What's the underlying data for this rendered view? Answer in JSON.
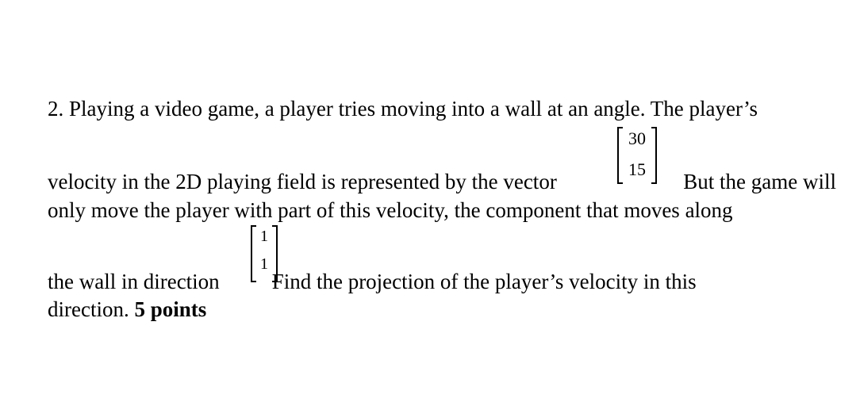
{
  "problem": {
    "line1": "2. Playing a video game, a player tries moving into a wall at an angle. The player’s",
    "line2_before": "velocity in the 2D playing field is represented by the vector",
    "line2_after": "But the game will",
    "line3": "only move the player with part of this velocity, the component that moves along",
    "line4_before": "the wall in direction",
    "line4_after": "Find the projection of the player’s velocity in this",
    "line5_text": "direction.",
    "points_label": "5 points",
    "velocity_vector": [
      "30",
      "15"
    ],
    "direction_vector": [
      "1",
      "1"
    ]
  }
}
